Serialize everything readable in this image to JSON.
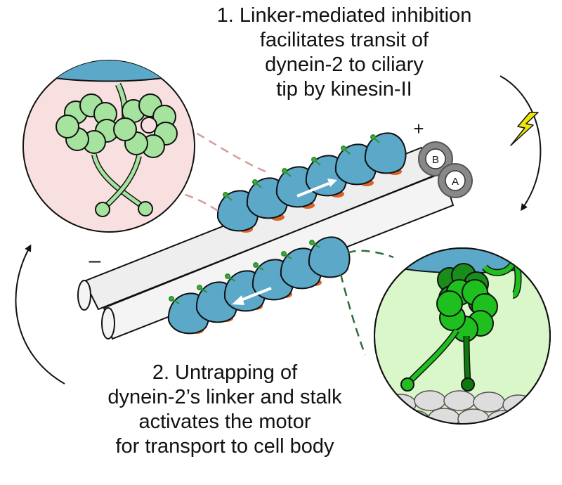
{
  "step1": {
    "lines": [
      "1. Linker-mediated inhibition",
      "facilitates transit of",
      "dynein-2 to ciliary",
      "tip by kinesin-II"
    ]
  },
  "step2": {
    "lines": [
      "2. Untrapping of",
      "dynein-2’s linker and stalk",
      "activates the motor",
      "for transport to cell body"
    ]
  },
  "microtubule": {
    "plus_end": "+",
    "minus_end": "–",
    "doublet_a": "A",
    "doublet_b": "B"
  },
  "colors": {
    "dynein_motor": "#5ba8c8",
    "kinesin": "#d9622b",
    "inhibited_linker": "#a5e39f",
    "active_linker": "#1fbf1f",
    "inset_inhibited_bg": "#f9e0e0",
    "inset_active_bg": "#d9f7c9",
    "lightning": "#f2e600"
  },
  "icons": [
    "lightning-bolt-icon",
    "cycle-arrow-icon",
    "direction-arrow-icon"
  ]
}
